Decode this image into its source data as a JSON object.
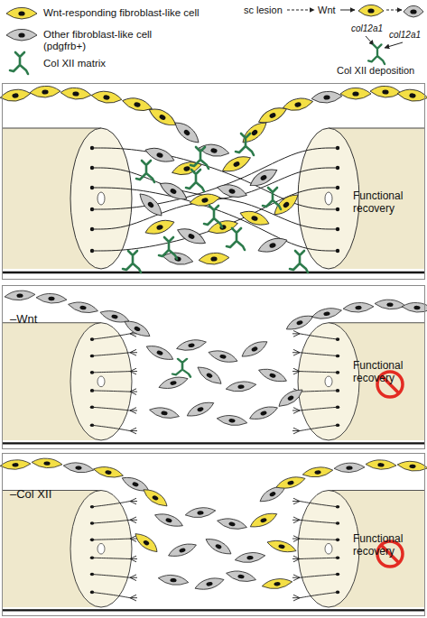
{
  "diagram": {
    "nodes": [
      {
        "text": [
          "Functional recovery"
        ]
      },
      {
        "text": [
          "–Wnt",
          "Functional recovery"
        ]
      },
      {
        "text": [
          "–Col XII",
          "Functional recovery"
        ]
      }
    ],
    "labels": [
      "sc lesion",
      "Wnt",
      "col12a1",
      "col12a1",
      "Col XII deposition"
    ],
    "legend": [
      {
        "text": "Wnt-responding fibroblast-like cell"
      },
      {
        "text": "Other fibroblast-like cell (pdgfrb+)"
      },
      {
        "text": "Col XII matrix"
      }
    ]
  }
}
